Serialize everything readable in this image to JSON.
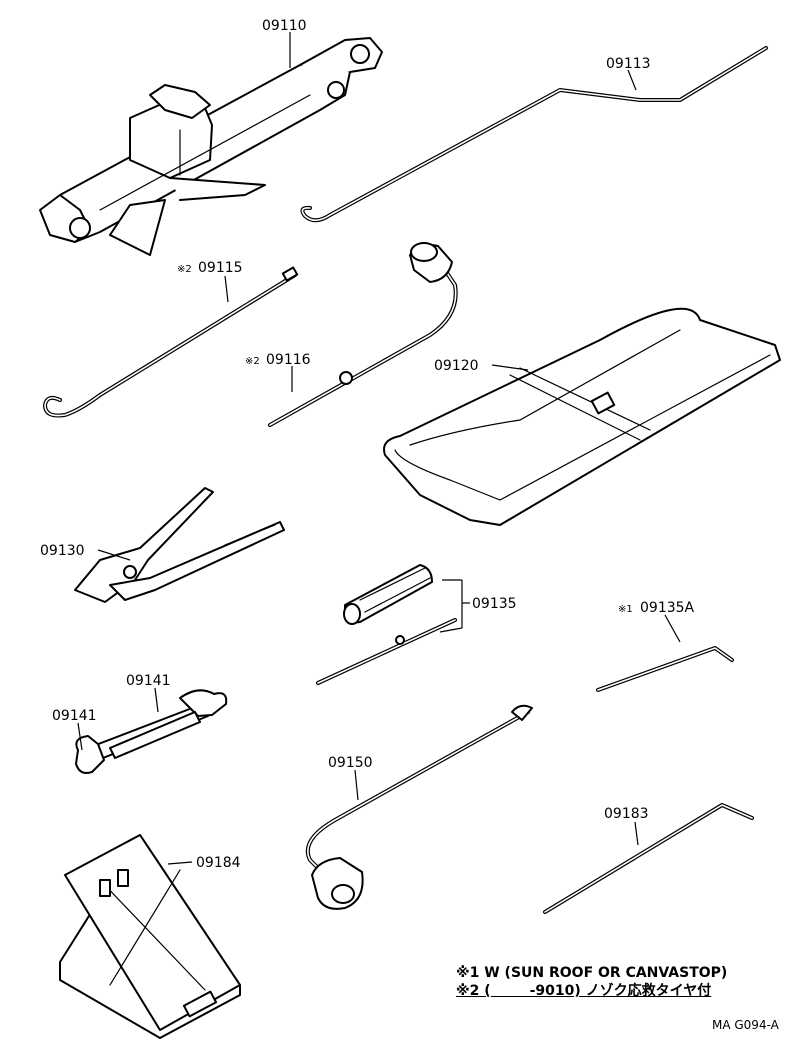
{
  "parts": {
    "jack": "09110",
    "jack_handle": "09113",
    "hook_rod": "09115",
    "hook_rod_prefix": "※2",
    "socket_extension": "09116",
    "socket_extension_prefix": "※2",
    "tool_bag": "09120",
    "pliers": "09130",
    "screwdriver": "09135",
    "screwdriver_alt": "09135A",
    "screwdriver_alt_prefix": "※1",
    "wrench_upper": "09141",
    "wrench_lower": "09141",
    "lug_wrench": "09150",
    "bar": "09183",
    "wheel_chock": "09184"
  },
  "notes": {
    "note1_mark": "※1",
    "note1_text": "W (SUN ROOF OR CANVASTOP)",
    "note2_mark": "※2",
    "note2_text": "(        -9010) ノゾク応救タイヤ付"
  },
  "footer": "MA G094-A"
}
